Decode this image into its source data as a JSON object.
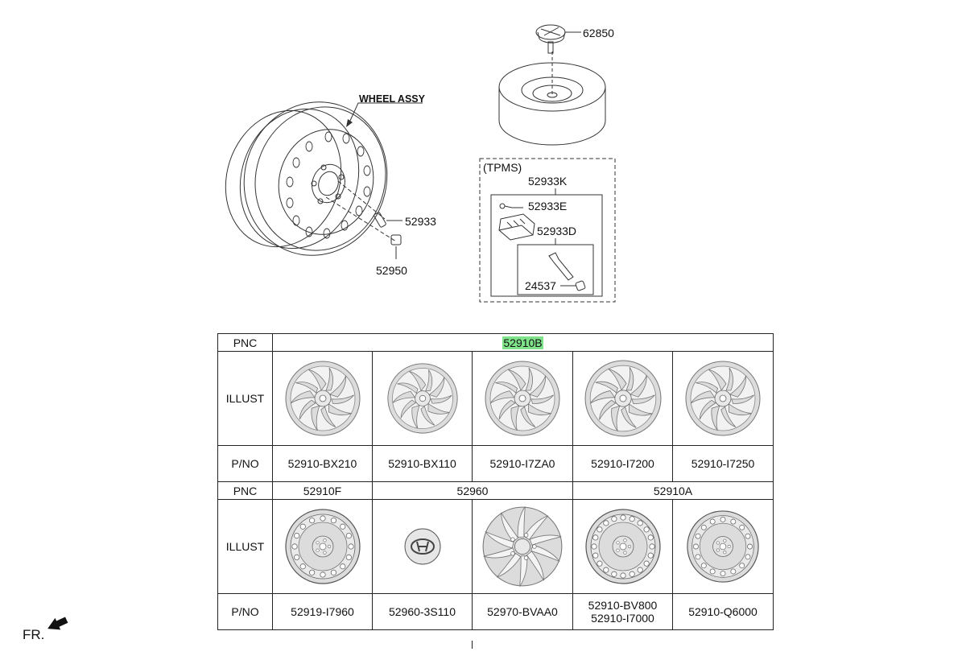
{
  "diagram": {
    "wheel_assy_label": "WHEEL ASSY",
    "spare_bolt_label": "62850",
    "valve_label": "52933",
    "nut_label": "52950",
    "tpms_group_label": "(TPMS)",
    "sensor_kit_label": "52933K",
    "screw_label": "52933E",
    "valve_kit_label": "52933D",
    "valve_cap_label": "24537",
    "front_label": "FR."
  },
  "table": {
    "row_labels": {
      "pnc": "PNC",
      "illust": "ILLUST",
      "pno": "P/NO"
    },
    "upper": {
      "pnc": "52910B",
      "items": [
        {
          "pno": "52910-BX210",
          "illust_icon": "alloy-wheel-icon"
        },
        {
          "pno": "52910-BX110",
          "illust_icon": "alloy-wheel-icon"
        },
        {
          "pno": "52910-I7ZA0",
          "illust_icon": "alloy-wheel-icon"
        },
        {
          "pno": "52910-I7200",
          "illust_icon": "alloy-wheel-icon"
        },
        {
          "pno": "52910-I7250",
          "illust_icon": "alloy-wheel-icon"
        }
      ]
    },
    "lower": {
      "pnc_groups": [
        "52910F",
        "52960",
        "52910A"
      ],
      "items": [
        {
          "pno": [
            "52919-I7960"
          ],
          "illust_icon": "steel-wheel-icon"
        },
        {
          "pno": [
            "52960-3S110"
          ],
          "illust_icon": "hub-cap-logo-icon"
        },
        {
          "pno": [
            "52970-BVAA0"
          ],
          "illust_icon": "wheel-cover-icon"
        },
        {
          "pno": [
            "52910-BV800",
            "52910-I7000"
          ],
          "illust_icon": "steel-wheel-icon"
        },
        {
          "pno": [
            "52910-Q6000"
          ],
          "illust_icon": "steel-wheel-icon"
        }
      ]
    }
  },
  "colors": {
    "highlight": "#7fe38a",
    "line": "#222222",
    "wheel_fill": "#dcdcdc"
  }
}
